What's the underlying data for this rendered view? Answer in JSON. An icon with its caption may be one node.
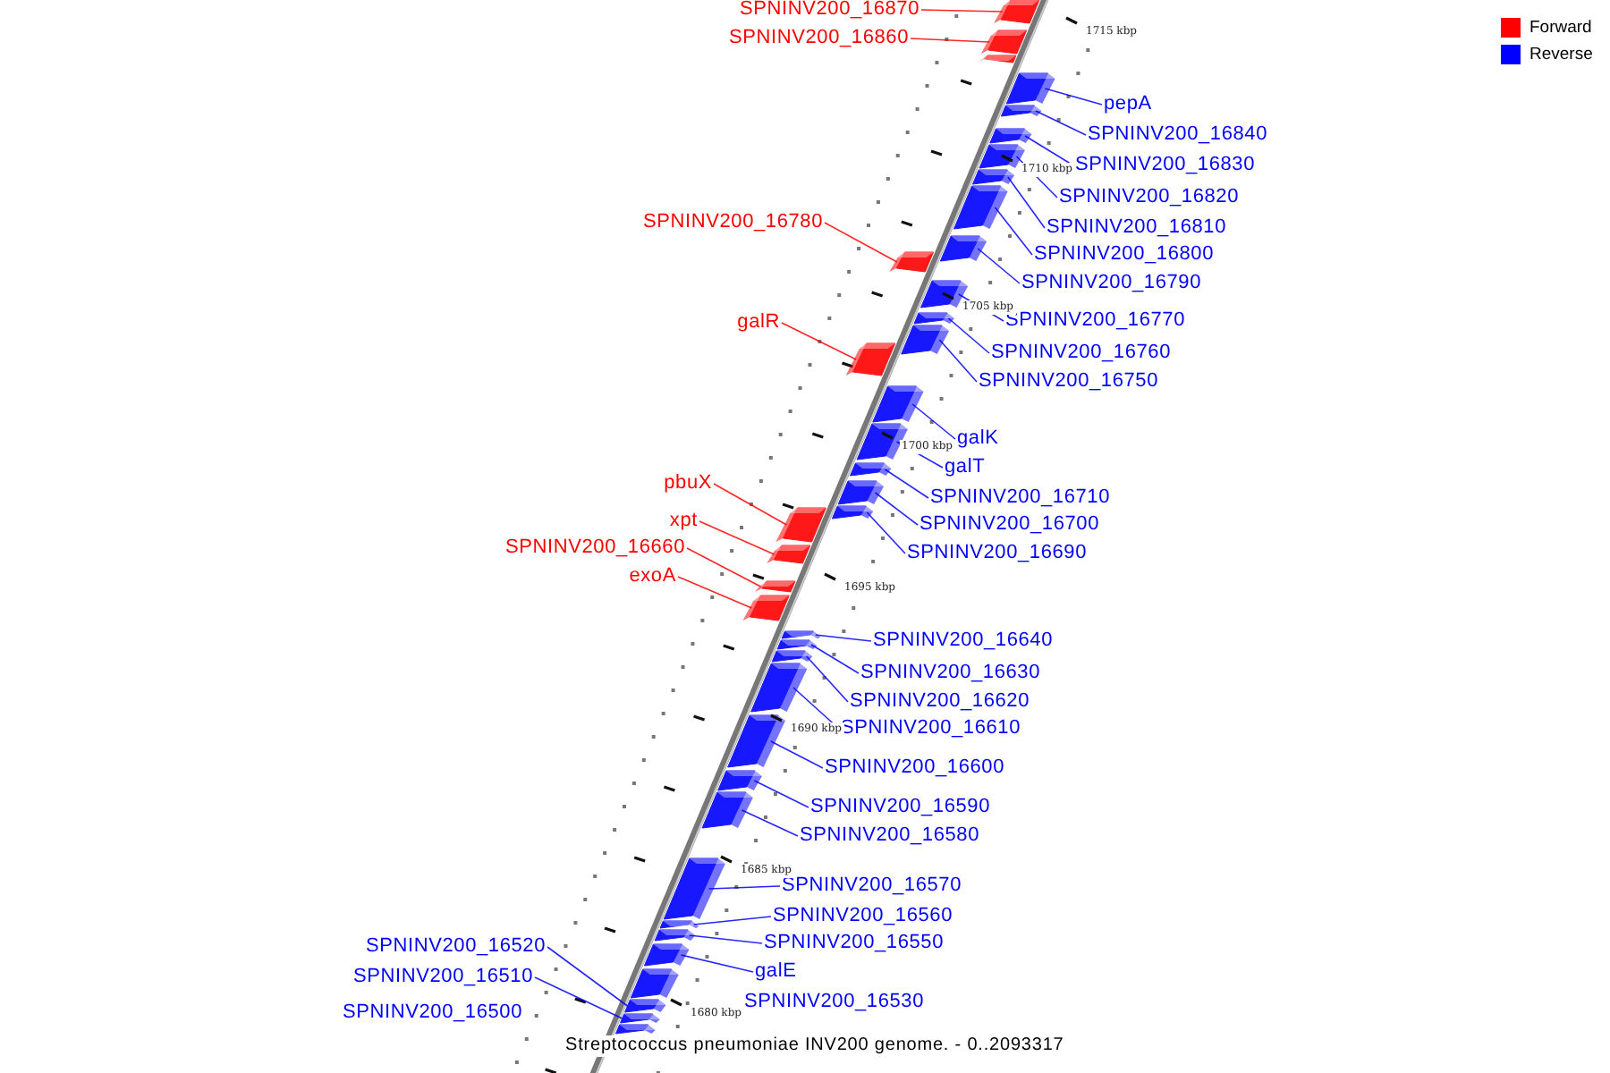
{
  "diagram": {
    "caption": "Streptococcus pneumoniae INV200 genome. - 0..2093317",
    "nodes": [
      {
        "text": [
          "SPNINV200_16870"
        ]
      },
      {
        "text": [],
        "shape": "bar"
      },
      {
        "text": [
          "SPNINV200_16860"
        ]
      },
      {
        "text": [],
        "shape": "bar"
      },
      {
        "text": [
          "pepA"
        ]
      },
      {
        "text": [],
        "shape": "bar"
      },
      {
        "text": [
          "SPNINV200_16840"
        ]
      },
      {
        "text": [],
        "shape": "bar"
      },
      {
        "text": [
          "SPNINV200_16830"
        ]
      },
      {
        "text": [],
        "shape": "bar"
      },
      {
        "text": [
          "SPNINV200_16820"
        ]
      },
      {
        "text": [],
        "shape": "bar"
      },
      {
        "text": [
          "SPNINV200_16810"
        ]
      },
      {
        "text": [],
        "shape": "bar"
      },
      {
        "text": [
          "SPNINV200_16800"
        ]
      },
      {
        "text": [],
        "shape": "bar"
      },
      {
        "text": [
          "SPNINV200_16780"
        ]
      },
      {
        "text": [],
        "shape": "bar"
      },
      {
        "text": [
          "SPNINV200_16790"
        ]
      },
      {
        "text": [],
        "shape": "bar"
      },
      {
        "text": [
          "SPNINV200_16770"
        ]
      },
      {
        "text": [],
        "shape": "bar"
      },
      {
        "text": [
          "galR"
        ]
      },
      {
        "text": [],
        "shape": "bar"
      },
      {
        "text": [
          "SPNINV200_16760"
        ]
      },
      {
        "text": [],
        "shape": "bar"
      },
      {
        "text": [
          "SPNINV200_16750"
        ]
      },
      {
        "text": [],
        "shape": "bar"
      },
      {
        "text": [
          "galK"
        ]
      },
      {
        "text": [],
        "shape": "bar"
      },
      {
        "text": [
          "galT"
        ]
      },
      {
        "text": [],
        "shape": "bar"
      },
      {
        "text": [
          "pbuX"
        ]
      },
      {
        "text": [],
        "shape": "bar"
      },
      {
        "text": [
          "SPNINV200_16710"
        ]
      },
      {
        "text": [],
        "shape": "bar"
      },
      {
        "text": [
          "xpt"
        ]
      },
      {
        "text": [],
        "shape": "bar"
      },
      {
        "text": [
          "SPNINV200_16700"
        ]
      },
      {
        "text": [],
        "shape": "bar"
      },
      {
        "text": [
          "SPNINV200_16660"
        ]
      },
      {
        "text": [],
        "shape": "bar"
      },
      {
        "text": [
          "SPNINV200_16690"
        ]
      },
      {
        "text": [],
        "shape": "bar"
      },
      {
        "text": [
          "exoA"
        ]
      },
      {
        "text": [],
        "shape": "bar"
      },
      {
        "text": [
          "SPNINV200_16640"
        ]
      },
      {
        "text": [],
        "shape": "bar"
      },
      {
        "text": [
          "SPNINV200_16630"
        ]
      },
      {
        "text": [],
        "shape": "bar"
      },
      {
        "text": [
          "SPNINV200_16620"
        ]
      },
      {
        "text": [],
        "shape": "bar"
      },
      {
        "text": [
          "SPNINV200_16610"
        ]
      },
      {
        "text": [],
        "shape": "bar"
      },
      {
        "text": [
          "SPNINV200_16600"
        ]
      },
      {
        "text": [],
        "shape": "bar"
      },
      {
        "text": [
          "SPNINV200_16590"
        ]
      },
      {
        "text": [],
        "shape": "bar"
      },
      {
        "text": [
          "SPNINV200_16580"
        ]
      },
      {
        "text": [],
        "shape": "bar"
      },
      {
        "text": [
          "SPNINV200_16570"
        ]
      },
      {
        "text": [],
        "shape": "bar"
      },
      {
        "text": [
          "SPNINV200_16560"
        ]
      },
      {
        "text": [],
        "shape": "bar"
      },
      {
        "text": [
          "SPNINV200_16520"
        ]
      },
      {
        "text": [],
        "shape": "bar"
      },
      {
        "text": [
          "SPNINV200_16550"
        ]
      },
      {
        "text": [],
        "shape": "bar"
      },
      {
        "text": [
          "galE"
        ]
      },
      {
        "text": [],
        "shape": "bar"
      },
      {
        "text": [
          "SPNINV200_16510"
        ]
      },
      {
        "text": [],
        "shape": "bar"
      },
      {
        "text": [
          "SPNINV200_16530"
        ]
      },
      {
        "text": [],
        "shape": "bar"
      },
      {
        "text": [
          "SPNINV200_16500"
        ]
      },
      {
        "text": [],
        "shape": "bar"
      }
    ],
    "edges": [
      {
        "from": 0,
        "to": 1,
        "arrow": "none",
        "color": "#ff0000"
      },
      {
        "from": 2,
        "to": 3,
        "arrow": "none",
        "color": "#ff0000"
      },
      {
        "from": 4,
        "to": 5,
        "arrow": "none"
      },
      {
        "from": 6,
        "to": 7,
        "arrow": "none"
      },
      {
        "from": 8,
        "to": 9,
        "arrow": "none"
      },
      {
        "from": 10,
        "to": 11,
        "arrow": "none"
      },
      {
        "from": 12,
        "to": 13,
        "arrow": "none"
      },
      {
        "from": 14,
        "to": 15,
        "arrow": "none"
      },
      {
        "from": 16,
        "to": 17,
        "arrow": "none",
        "color": "#ff0000"
      },
      {
        "from": 18,
        "to": 19,
        "arrow": "none"
      },
      {
        "from": 20,
        "to": 21,
        "arrow": "none"
      },
      {
        "from": 22,
        "to": 23,
        "arrow": "none",
        "color": "#ff0000"
      },
      {
        "from": 24,
        "to": 25,
        "arrow": "none"
      },
      {
        "from": 26,
        "to": 27,
        "arrow": "none"
      },
      {
        "from": 28,
        "to": 29,
        "arrow": "none"
      },
      {
        "from": 30,
        "to": 31,
        "arrow": "none"
      },
      {
        "from": 32,
        "to": 33,
        "arrow": "none",
        "color": "#ff0000"
      },
      {
        "from": 34,
        "to": 35,
        "arrow": "none"
      },
      {
        "from": 36,
        "to": 37,
        "arrow": "none",
        "color": "#ff0000"
      },
      {
        "from": 38,
        "to": 39,
        "arrow": "none"
      },
      {
        "from": 40,
        "to": 41,
        "arrow": "none",
        "color": "#ff0000"
      },
      {
        "from": 42,
        "to": 43,
        "arrow": "none"
      },
      {
        "from": 44,
        "to": 45,
        "arrow": "none",
        "color": "#ff0000"
      },
      {
        "from": 46,
        "to": 47,
        "arrow": "none"
      },
      {
        "from": 48,
        "to": 49,
        "arrow": "none"
      },
      {
        "from": 50,
        "to": 51,
        "arrow": "none"
      },
      {
        "from": 52,
        "to": 53,
        "arrow": "none"
      },
      {
        "from": 54,
        "to": 55,
        "arrow": "none"
      },
      {
        "from": 56,
        "to": 57,
        "arrow": "none"
      },
      {
        "from": 58,
        "to": 59,
        "arrow": "none"
      },
      {
        "from": 60,
        "to": 61,
        "arrow": "none"
      },
      {
        "from": 62,
        "to": 63,
        "arrow": "none"
      },
      {
        "from": 64,
        "to": 65,
        "arrow": "none"
      },
      {
        "from": 66,
        "to": 67,
        "arrow": "none"
      },
      {
        "from": 68,
        "to": 69,
        "arrow": "none"
      },
      {
        "from": 70,
        "to": 71,
        "arrow": "none"
      }
    ],
    "labels": [
      "1715 kbp",
      "1710 kbp",
      "1705 kbp",
      "1700 kbp",
      "1695 kbp",
      "1690 kbp",
      "1685 kbp",
      "1680 kbp"
    ],
    "legend": [
      {
        "text": "Forward",
        "color": "#ff0000"
      },
      {
        "text": "Reverse",
        "color": "#0000ff"
      }
    ]
  }
}
